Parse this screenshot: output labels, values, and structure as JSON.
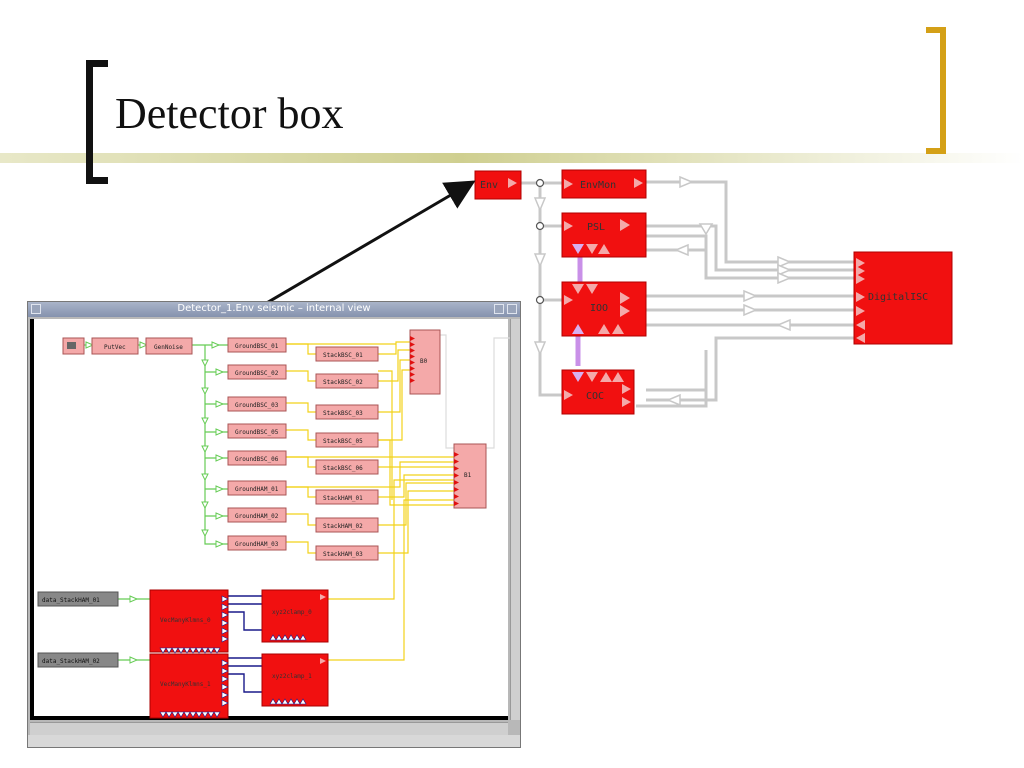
{
  "slide": {
    "title": "Detector box"
  },
  "window": {
    "title": "Detector_1.Env seismic – internal view"
  },
  "top_blocks": {
    "env": "Env",
    "envmon": "EnvMon",
    "psl": "PSL",
    "ioo": "IOO",
    "coc": "COC",
    "digitalisc": "DigitalISC"
  },
  "inner_blocks": {
    "putvec": "PutVec",
    "gennoise": "GenNoise",
    "grounds": [
      "GroundBSC_01",
      "GroundBSC_02",
      "GroundBSC_03",
      "GroundBSC_05",
      "GroundBSC_06",
      "GroundHAM_01",
      "GroundHAM_02",
      "GroundHAM_03"
    ],
    "stacks": [
      "StackBSC_01",
      "StackBSC_02",
      "StackBSC_03",
      "StackBSC_05",
      "StackBSC_06",
      "StackHAM_01",
      "StackHAM_02",
      "StackHAM_03"
    ],
    "b0": "B0",
    "b1": "B1",
    "data_sources": [
      "data_StackHAM_01",
      "data_StackHAM_02"
    ],
    "vecmany": [
      "VecManyKlmns_0",
      "VecManyKlmns_1"
    ],
    "xyz": [
      "xyz2clamp_0",
      "xyz2clamp_1"
    ]
  },
  "colors": {
    "block_red": "#f11010",
    "block_pink": "#f4a9a9",
    "block_gray": "#888888",
    "wire_gray": "#c8c8c8",
    "wire_yellow": "#f2d21a",
    "wire_green": "#66cc55",
    "wire_navy": "#1a1a8a",
    "wire_violet": "#c990e8",
    "accent_gold": "#d4a017"
  }
}
